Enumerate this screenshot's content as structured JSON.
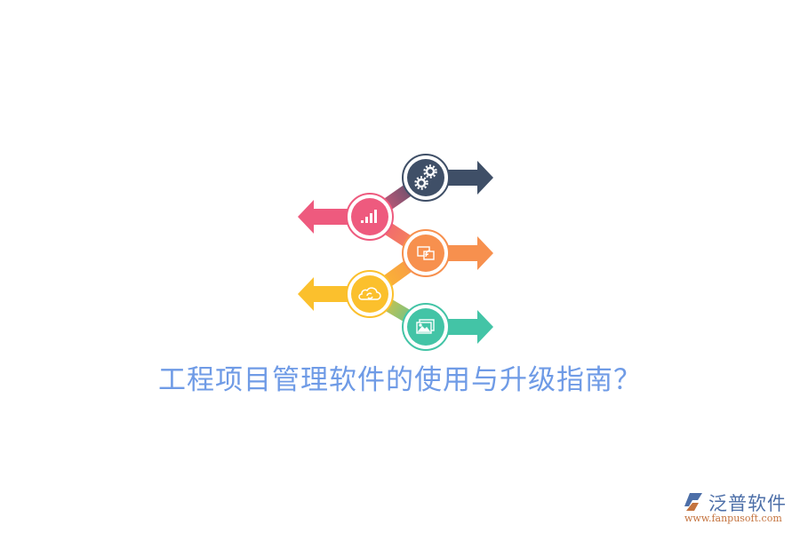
{
  "title": "工程项目管理软件的使用与升级指南？",
  "steps": [
    {
      "icon": "gears-icon",
      "color": "#3f4f67",
      "direction": "right"
    },
    {
      "icon": "bar-chart-icon",
      "color": "#ee5a7e",
      "direction": "left"
    },
    {
      "icon": "screen-cast-icon",
      "color": "#f7904e",
      "direction": "right"
    },
    {
      "icon": "cloud-sync-icon",
      "color": "#fbc02d",
      "direction": "left"
    },
    {
      "icon": "image-gallery-icon",
      "color": "#43c4a6",
      "direction": "right"
    }
  ],
  "logo": {
    "name": "泛普软件",
    "url": "www.fanpusoft.com",
    "name_color": "#4d6fa8",
    "url_color": "#c4733e"
  },
  "colors": {
    "title": "#6f9be6",
    "background": "#ffffff"
  }
}
